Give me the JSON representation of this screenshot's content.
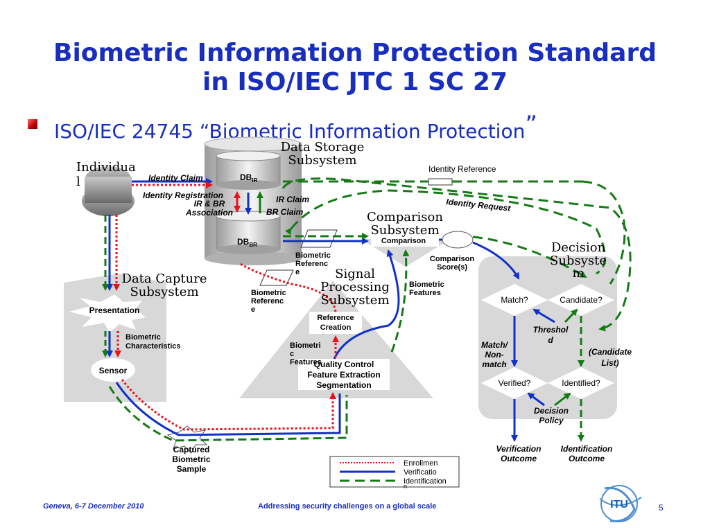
{
  "title": {
    "line1": "Biometric Information Protection Standard",
    "line2": "in ISO/IEC JTC 1 SC 27"
  },
  "bullet": {
    "text": "ISO/IEC 24745 “Biometric Information Protection",
    "closing_quote": "”"
  },
  "subsystems": {
    "data_storage": [
      "Data Storage",
      "Subsystem"
    ],
    "comparison": [
      "Comparison",
      "Subsystem"
    ],
    "decision": [
      "Decision",
      "Subsyste",
      "m"
    ],
    "data_capture": [
      "Data Capture",
      "Subsystem"
    ],
    "signal_processing": [
      "Signal",
      "Processing",
      "Subsystem"
    ]
  },
  "labels": {
    "individual": [
      "Individua",
      "l"
    ],
    "identity_claim": "Identity Claim",
    "identity_registration": "Identity Registration",
    "ir_br_association": [
      "IR & BR",
      "Association"
    ],
    "ir_claim": "IR Claim",
    "br_claim": "BR Claim",
    "db_ir": "DB",
    "db_ir_sub": "IR",
    "db_br": "DB",
    "db_br_sub": "BR",
    "identity_reference": "Identity Reference",
    "identity_request": "Identity Request",
    "comparison_box": "Comparison",
    "biometric_reference_1": [
      "Biometric",
      "Referenc",
      "e"
    ],
    "biometric_reference_2": [
      "Biometric",
      "Referenc",
      "e"
    ],
    "comparison_scores": [
      "Comparison",
      "Score(s)"
    ],
    "biometric_features_1": [
      "Biometric",
      "Features"
    ],
    "reference_creation": [
      "Reference",
      "Creation"
    ],
    "biometric_features_2": [
      "Biometri",
      "c",
      "Features"
    ],
    "qc_fe_seg": [
      "Quality Control",
      "Feature Extraction",
      "Segmentation"
    ],
    "presentation": "Presentation",
    "biometric_characteristics": [
      "Biometric",
      "Characteristics"
    ],
    "sensor": "Sensor",
    "captured_sample": [
      "Captured",
      "Biometric",
      "Sample"
    ],
    "match": "Match?",
    "candidate": "Candidate?",
    "threshold": [
      "Threshol",
      "d"
    ],
    "match_nonmatch": [
      "Match/",
      "Non-",
      "match"
    ],
    "candidate_list": [
      "(Candidate",
      "List)"
    ],
    "verified": "Verified?",
    "identified": "Identified?",
    "decision_policy": [
      "Decision",
      "Policy"
    ],
    "verification_outcome": [
      "Verification",
      "Outcome"
    ],
    "identification_outcome": [
      "Identification",
      "Outcome"
    ]
  },
  "legend": [
    {
      "label": "Enrollmen",
      "style": "dotted",
      "color": "#e8111a"
    },
    {
      "label": "Verificatio",
      "style": "solid",
      "color": "#1030c8"
    },
    {
      "label": "Identification",
      "style": "dashed",
      "color": "#157a15"
    }
  ],
  "legend_extra": "n",
  "footer": {
    "left": "Geneva, 6-7 December 2010",
    "center": "Addressing security challenges on a global scale",
    "page": "5"
  },
  "logo": {
    "text": "ITU"
  },
  "colors": {
    "enrollment": "#e8111a",
    "verification": "#1030c8",
    "identification": "#157a15",
    "title": "#1a2ebd",
    "subsystem_fill": "#d8d8d8"
  }
}
